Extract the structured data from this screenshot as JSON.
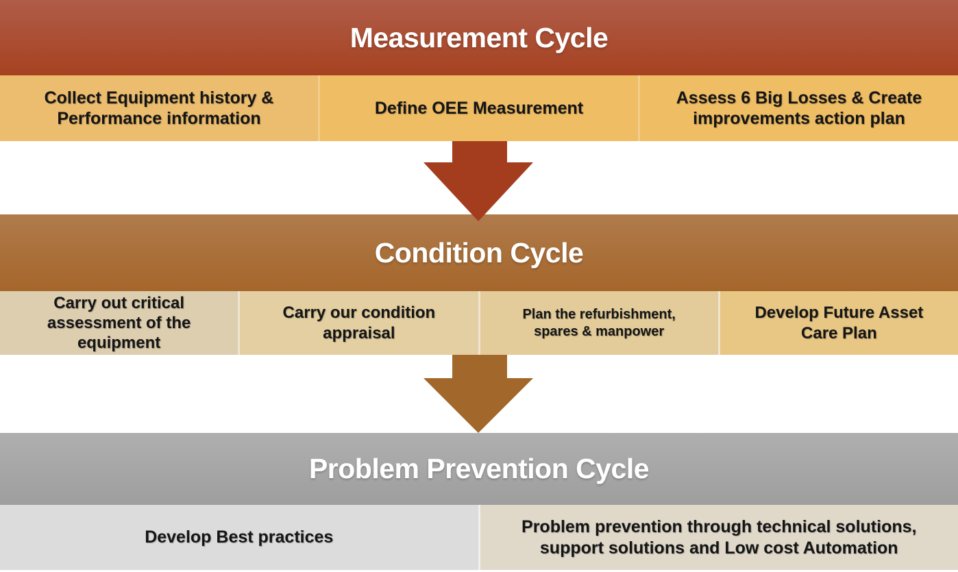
{
  "sections": [
    {
      "name": "measurement-cycle",
      "title": "Measurement Cycle",
      "colors": {
        "band_top": "#B05C49",
        "band_bottom": "#A64220",
        "divider": "#F2CE8C",
        "arrow": "#A43D1E"
      },
      "boxes": [
        {
          "label": "Collect Equipment history &\nPerformance information",
          "bg": "#ECBD6E"
        },
        {
          "label": "Define OEE Measurement",
          "bg": "#EFBD64"
        },
        {
          "label": "Assess 6 Big Losses & Create\nimprovements action plan",
          "bg": "#EFBD64"
        }
      ]
    },
    {
      "name": "condition-cycle",
      "title": "Condition Cycle",
      "colors": {
        "band_top": "#B07B4C",
        "band_bottom": "#A5662A",
        "divider": "#EFE5CE",
        "arrow": "#A2682B"
      },
      "boxes": [
        {
          "label": "Carry out critical\nassessment of the\nequipment",
          "bg": "#DDCEB0"
        },
        {
          "label": "Carry our condition\nappraisal",
          "bg": "#E3CFA1"
        },
        {
          "label": "Plan the refurbishment,\nspares & manpower",
          "bg": "#E3CC9A"
        },
        {
          "label": "Develop Future Asset\nCare Plan",
          "bg": "#E8C684"
        }
      ]
    },
    {
      "name": "problem-prevention-cycle",
      "title": "Problem Prevention Cycle",
      "colors": {
        "band_top": "#AFAFAF",
        "band_bottom": "#9E9E9E",
        "divider": "#F1EFE9"
      },
      "boxes": [
        {
          "label": "Develop Best practices",
          "bg": "#DCDCDC"
        },
        {
          "label": "Problem prevention through technical solutions,\nsupport solutions and Low cost Automation",
          "bg": "#E0D9CA"
        }
      ]
    }
  ]
}
